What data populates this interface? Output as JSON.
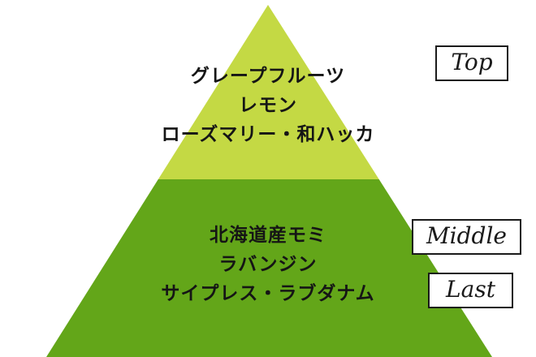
{
  "pyramid": {
    "top_section": {
      "color": "#c4d944",
      "lines": [
        "グレープフルーツ",
        "レモン",
        "ローズマリー・和ハッカ"
      ]
    },
    "base_section": {
      "color": "#63a619",
      "lines": [
        "北海道産モミ",
        "ラバンジン",
        "サイプレス・ラブダナム"
      ]
    }
  },
  "labels": {
    "top": "Top",
    "middle": "Middle",
    "last": "Last"
  },
  "colors": {
    "background": "#ffffff",
    "text": "#151515",
    "tag_border": "#1a1a1a"
  }
}
